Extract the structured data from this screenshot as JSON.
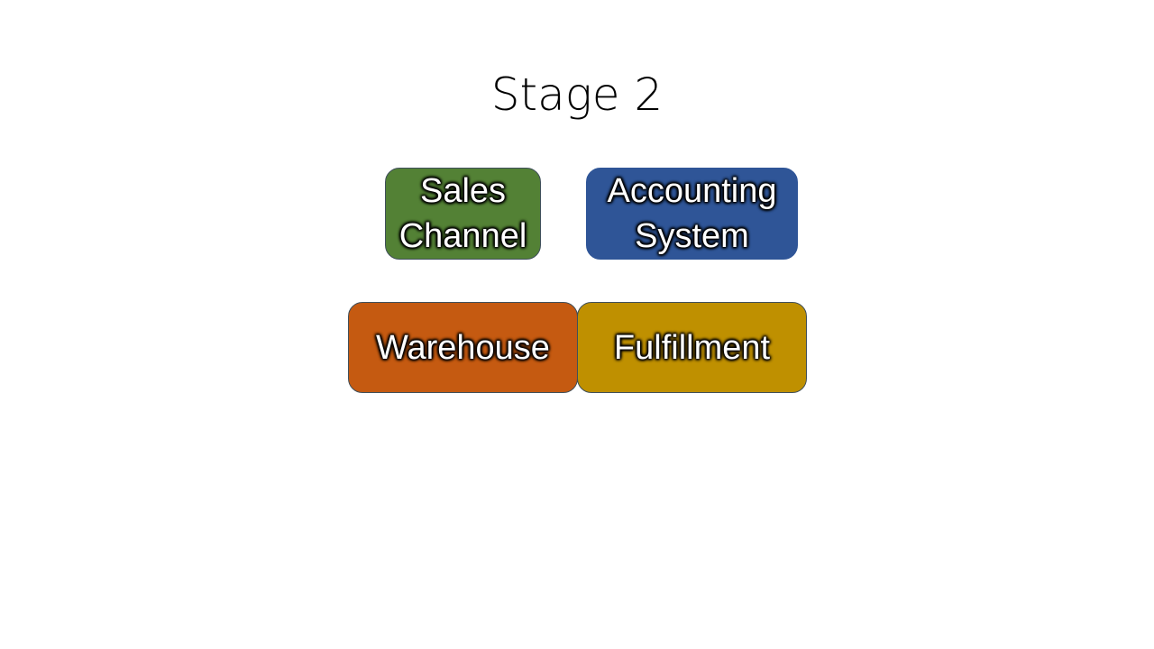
{
  "slide": {
    "title": "Stage 2"
  },
  "boxes": {
    "sales_channel": {
      "label": "Sales\nChannel",
      "color": "#538135"
    },
    "accounting_system": {
      "label": "Accounting\nSystem",
      "color": "#2f5597"
    },
    "warehouse": {
      "label": "Warehouse",
      "color": "#c55a11"
    },
    "fulfillment": {
      "label": "Fulfillment",
      "color": "#bf9000"
    }
  }
}
